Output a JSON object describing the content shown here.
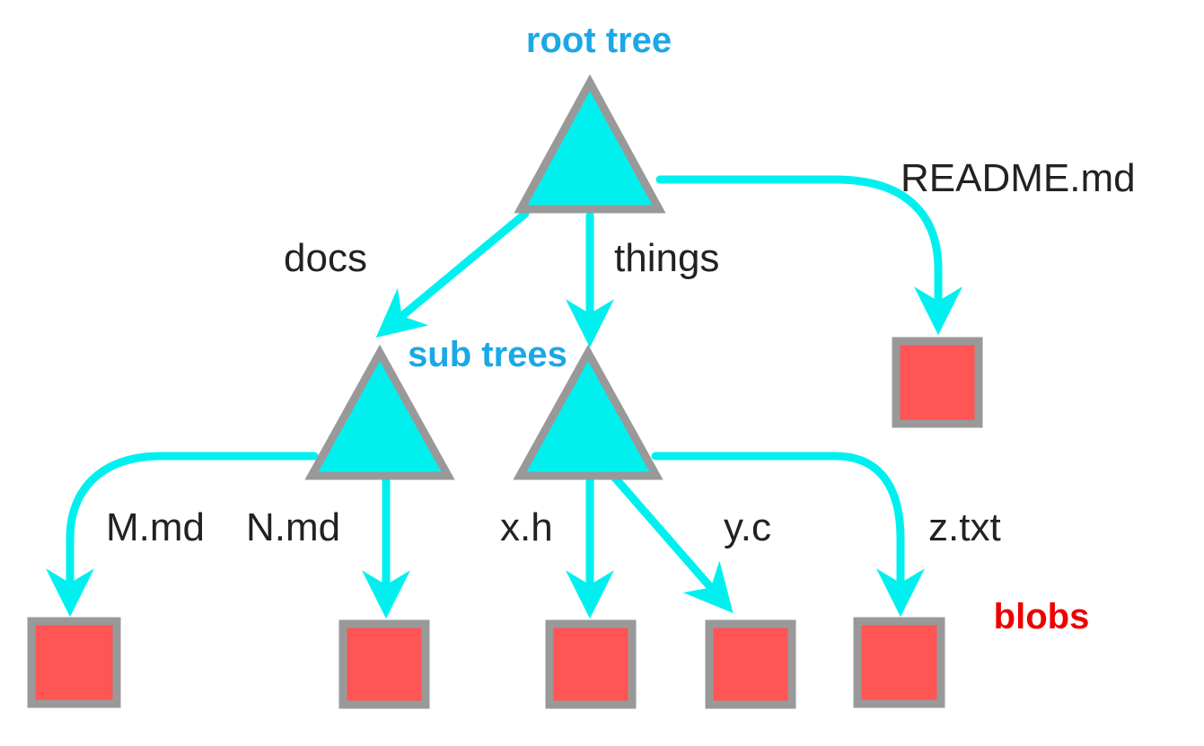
{
  "captions": {
    "root": "root tree",
    "subtrees": "sub trees",
    "blobs": "blobs"
  },
  "edges": {
    "docs": "docs",
    "things": "things",
    "readme": "README.md",
    "m_md": "M.md",
    "n_md": "N.md",
    "x_h": "x.h",
    "y_c": "y.c",
    "z_txt": "z.txt"
  },
  "colors": {
    "tree_fill": "#00f0f0",
    "node_stroke": "#999999",
    "edge": "#00f0f0",
    "blob_fill": "#ff5555",
    "caption_blue": "#1aa8e6",
    "caption_red": "#ee0000",
    "label_text": "#222222"
  }
}
